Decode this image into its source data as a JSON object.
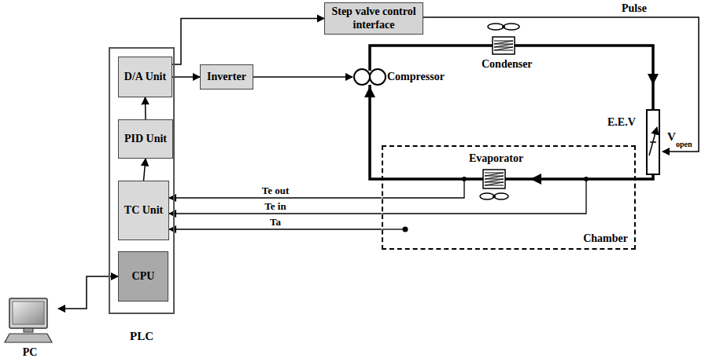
{
  "diagram": {
    "nodes": [
      {
        "text": [
          "Step valve control interface"
        ]
      },
      {
        "text": [
          "PLC"
        ]
      },
      {
        "text": [
          "D/A Unit"
        ],
        "in": 1
      },
      {
        "text": [
          "PID Unit"
        ],
        "in": 1
      },
      {
        "text": [
          "TC Unit"
        ],
        "in": 1
      },
      {
        "text": [
          "CPU"
        ],
        "in": 1
      },
      {
        "text": [
          "Inverter"
        ]
      },
      {
        "text": [
          "Chamber"
        ]
      },
      {
        "text": [
          "PC"
        ]
      }
    ],
    "edges": [
      {
        "from": 2,
        "to": 0,
        "arrow": "to"
      },
      {
        "from": 2,
        "to": 6,
        "arrow": "to"
      },
      {
        "from": 3,
        "to": 2,
        "arrow": "to"
      },
      {
        "from": 4,
        "to": 3,
        "arrow": "to"
      },
      {
        "from": 7,
        "to": 4,
        "label": "Te out",
        "arrow": "to"
      },
      {
        "from": 7,
        "to": 4,
        "label": "Te in",
        "arrow": "to"
      },
      {
        "from": 7,
        "to": 4,
        "label": "Ta",
        "arrow": "to"
      },
      {
        "from": 8,
        "to": 5,
        "arrow": "both"
      }
    ],
    "labels": [
      "Pulse",
      "Compressor",
      "Condenser",
      "E.E.V",
      "V",
      "open",
      "Evaporator"
    ]
  }
}
